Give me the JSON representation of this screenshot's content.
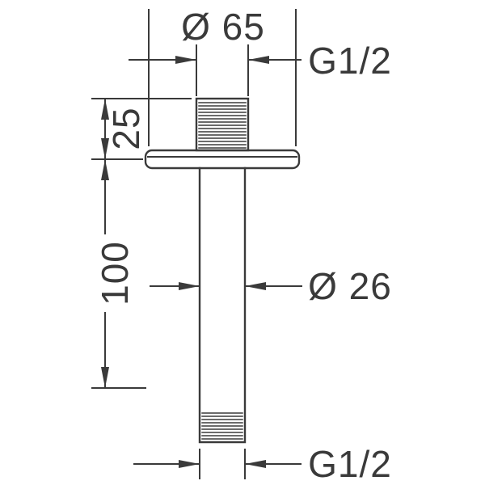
{
  "diagram": {
    "line_color": "#3a3a3a",
    "background": "#ffffff",
    "labels": {
      "top_diameter": "Ø 65",
      "top_thread": "G1/2",
      "offset_25": "25",
      "length_100": "100",
      "pipe_diameter": "Ø 26",
      "bottom_thread": "G1/2"
    }
  }
}
